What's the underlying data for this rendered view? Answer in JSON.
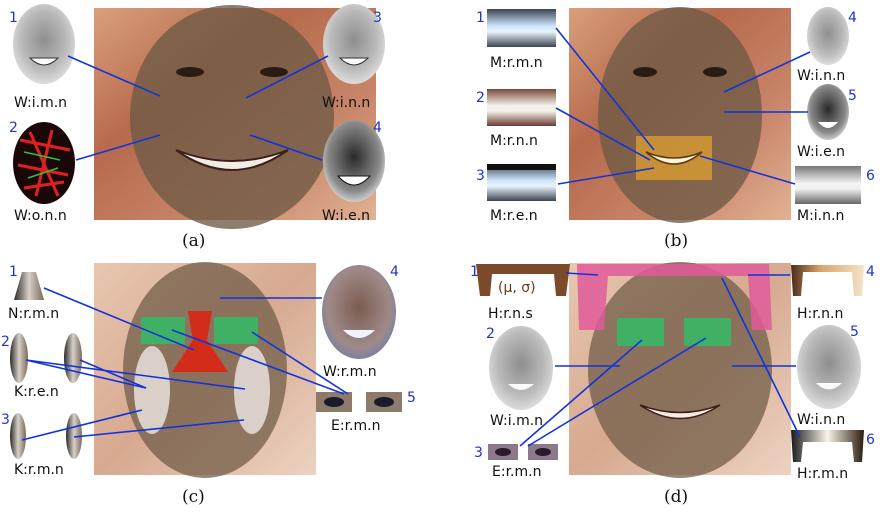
{
  "panels": {
    "a": {
      "caption": "(a)",
      "items": [
        {
          "num": "1",
          "label": "W:i.m.n"
        },
        {
          "num": "2",
          "label": "W:o.n.n"
        },
        {
          "num": "3",
          "label": "W:i.n.n"
        },
        {
          "num": "4",
          "label": "W:i.e.n"
        }
      ]
    },
    "b": {
      "caption": "(b)",
      "items": [
        {
          "num": "1",
          "label": "M:r.m.n"
        },
        {
          "num": "2",
          "label": "M:r.n.n"
        },
        {
          "num": "3",
          "label": "M:r.e.n"
        },
        {
          "num": "4",
          "label": "W:i.n.n"
        },
        {
          "num": "5",
          "label": "W:i.e.n"
        },
        {
          "num": "6",
          "label": "M:i.n.n"
        }
      ]
    },
    "c": {
      "caption": "(c)",
      "items": [
        {
          "num": "1",
          "label": "N:r.m.n"
        },
        {
          "num": "2",
          "label": "K:r.e.n"
        },
        {
          "num": "3",
          "label": "K:r.m.n"
        },
        {
          "num": "4",
          "label": "W:r.m.n"
        },
        {
          "num": "5",
          "label": "E:r.m.n"
        }
      ]
    },
    "d": {
      "caption": "(d)",
      "mu_sigma": "(μ, σ)",
      "items": [
        {
          "num": "1",
          "label": "H:r.n.s"
        },
        {
          "num": "2",
          "label": "W:i.m.n"
        },
        {
          "num": "3",
          "label": "E:r.m.n"
        },
        {
          "num": "4",
          "label": "H:r.n.n"
        },
        {
          "num": "5",
          "label": "W:i.n.n"
        },
        {
          "num": "6",
          "label": "H:r.m.n"
        }
      ]
    }
  },
  "colors": {
    "link_line": "#1133dd",
    "number_text": "#2233cc",
    "face_mask": "#6e5a45",
    "mouth_region": "#e0a030",
    "eye_region": "#33bb66",
    "nose_region": "#e02010",
    "cheek_region": "#e8e0dc",
    "hair_region": "#e05a9a"
  }
}
